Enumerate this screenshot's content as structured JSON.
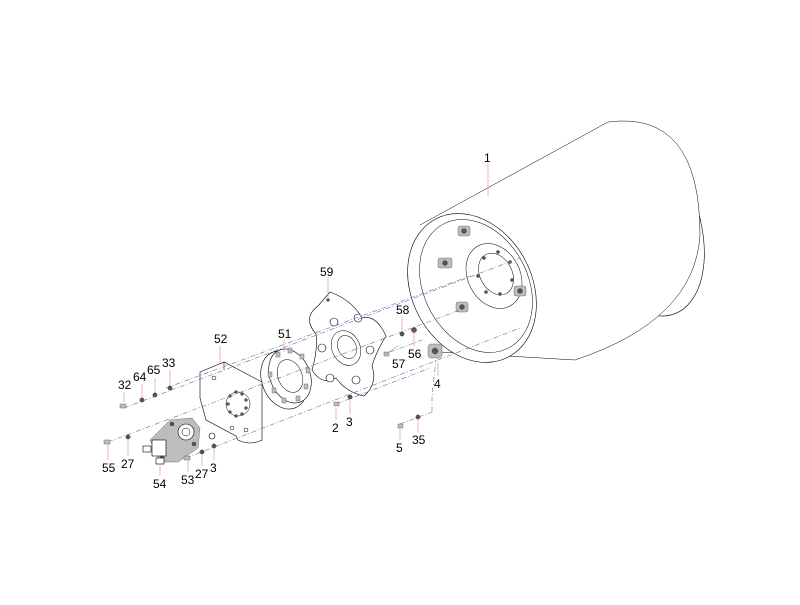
{
  "labels": [
    {
      "id": "1",
      "text": "1"
    },
    {
      "id": "59",
      "text": "59"
    },
    {
      "id": "58",
      "text": "58"
    },
    {
      "id": "57",
      "text": "57"
    },
    {
      "id": "56",
      "text": "56"
    },
    {
      "id": "4",
      "text": "4"
    },
    {
      "id": "51",
      "text": "51"
    },
    {
      "id": "52",
      "text": "52"
    },
    {
      "id": "33",
      "text": "33"
    },
    {
      "id": "65",
      "text": "65"
    },
    {
      "id": "64",
      "text": "64"
    },
    {
      "id": "32",
      "text": "32"
    },
    {
      "id": "2",
      "text": "2"
    },
    {
      "id": "3a",
      "text": "3"
    },
    {
      "id": "5",
      "text": "5"
    },
    {
      "id": "35",
      "text": "35"
    },
    {
      "id": "55",
      "text": "55"
    },
    {
      "id": "27a",
      "text": "27"
    },
    {
      "id": "54",
      "text": "54"
    },
    {
      "id": "53",
      "text": "53"
    },
    {
      "id": "27b",
      "text": "27"
    },
    {
      "id": "3b",
      "text": "3"
    }
  ],
  "colors": {
    "line": "#000000",
    "axis_dash": "#6a6aa6",
    "leader": "#e08080",
    "hardware": "#bdbdbd"
  }
}
